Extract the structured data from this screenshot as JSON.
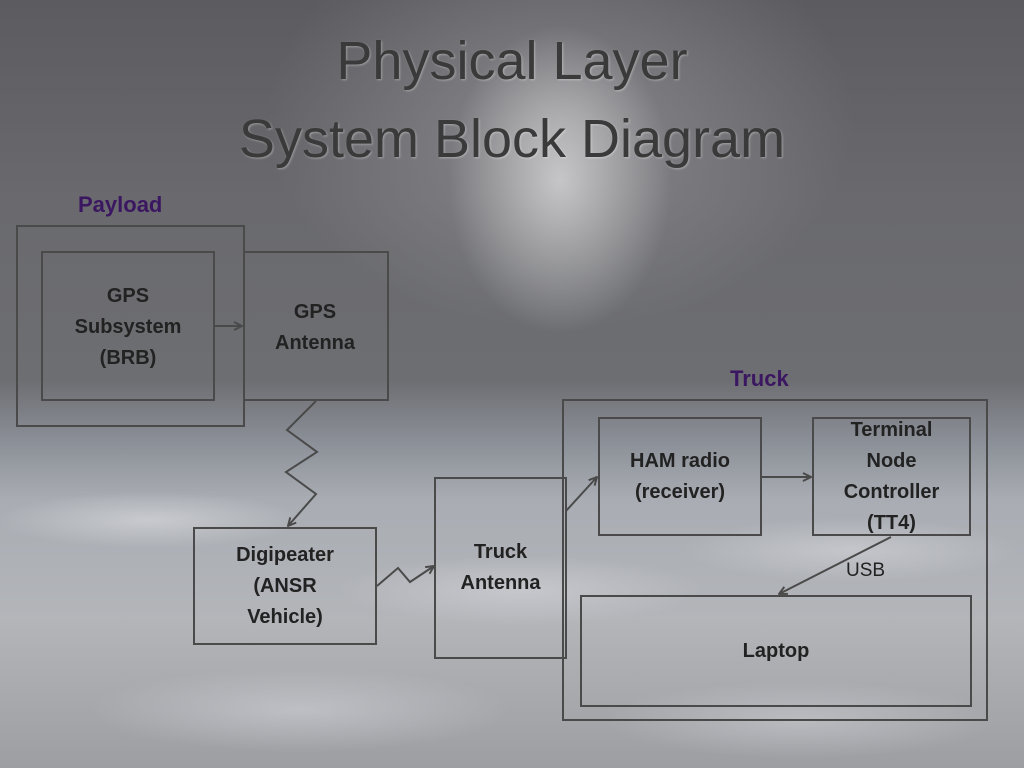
{
  "title": {
    "line1": "Physical Layer",
    "line2": "System Block Diagram"
  },
  "groups": {
    "payload": "Payload",
    "truck": "Truck"
  },
  "blocks": {
    "gps_subsystem": [
      "GPS",
      "Subsystem",
      "(BRB)"
    ],
    "gps_antenna": [
      "GPS",
      "Antenna"
    ],
    "digipeater": [
      "Digipeater",
      "(ANSR",
      "Vehicle)"
    ],
    "truck_antenna": [
      "Truck",
      "Antenna"
    ],
    "ham_radio": [
      "HAM radio",
      "(receiver)"
    ],
    "tnc": [
      "Terminal",
      "Node",
      "Controller",
      "(TT4)"
    ],
    "laptop": [
      "Laptop"
    ]
  },
  "edges": {
    "usb": "USB"
  },
  "colors": {
    "group_label": "#3b1761",
    "box_border": "#4a4a4a",
    "title": "#3a3a3a"
  }
}
